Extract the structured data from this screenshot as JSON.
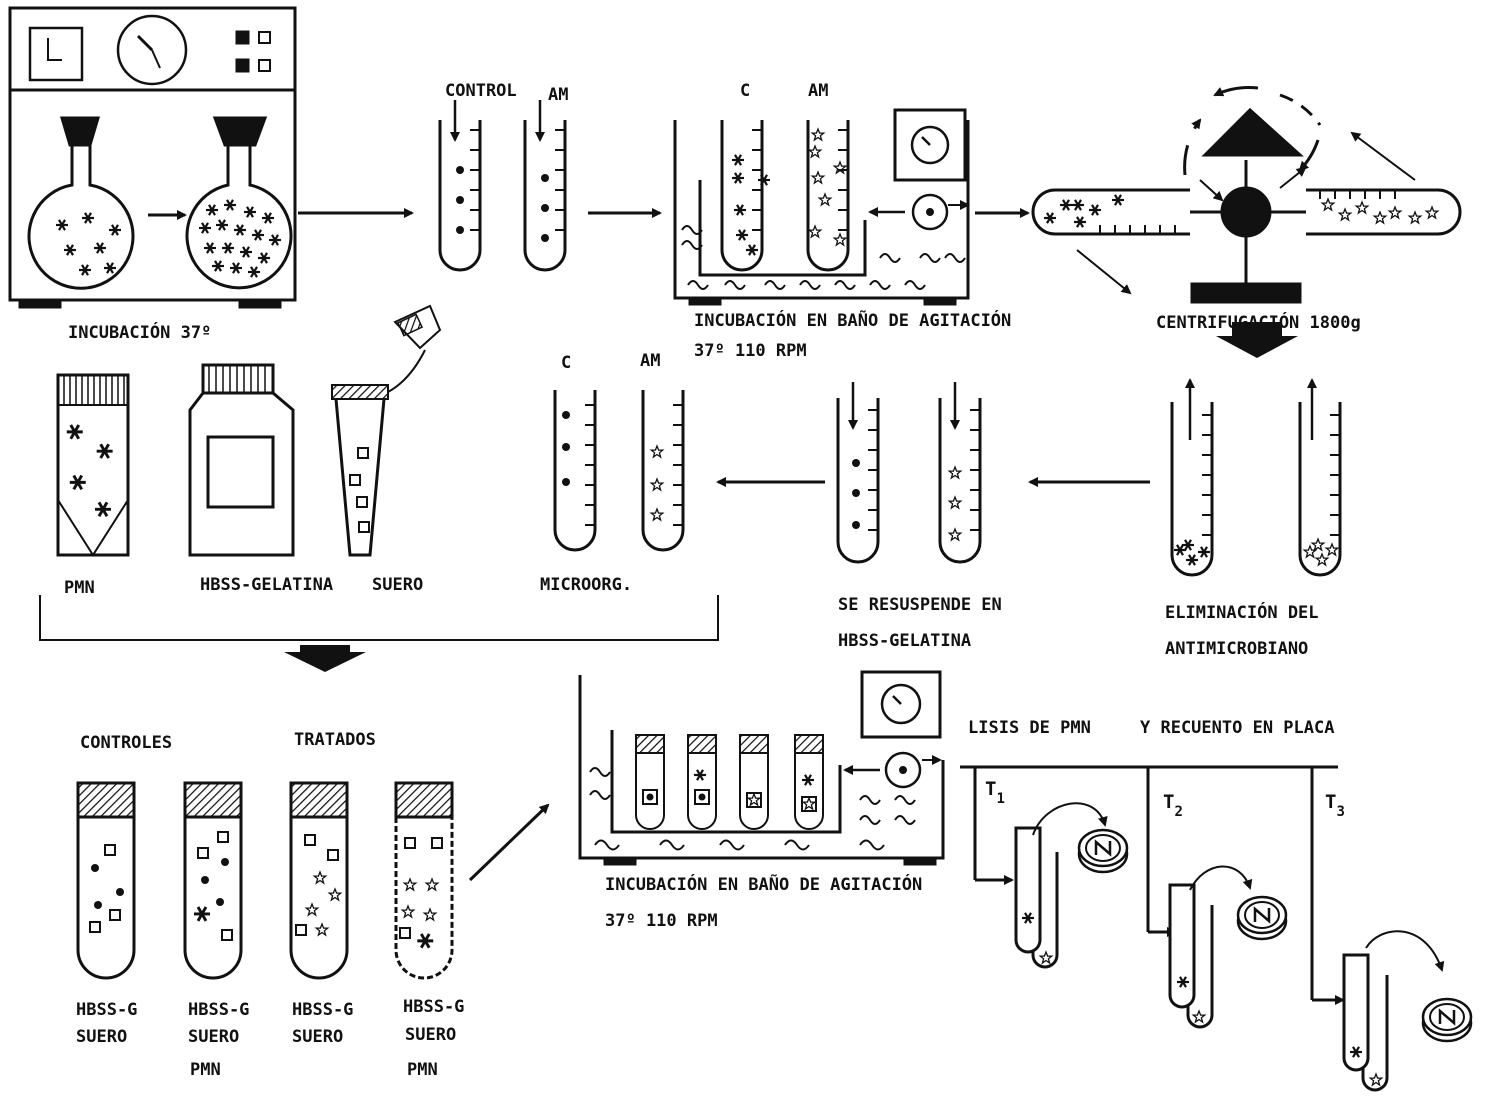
{
  "top": {
    "incubacion": "INCUBACIÓN  37º",
    "control": "CONTROL",
    "am": "AM",
    "c": "C",
    "am2": "AM",
    "bath1_line1": "INCUBACIÓN EN BAÑO DE AGITACIÓN",
    "bath1_line2": "37º 110 RPM",
    "centrifuga": "CENTRIFUGACIÓN 1800g"
  },
  "middle": {
    "pmn": "PMN",
    "hbss_gelatina": "HBSS-GELATINA",
    "suero": "SUERO",
    "c": "C",
    "am": "AM",
    "microorg": "MICROORG.",
    "resuspende_1": "SE RESUSPENDE EN",
    "resuspende_2": "HBSS-GELATINA",
    "eliminacion_1": "ELIMINACIÓN DEL",
    "eliminacion_2": "ANTIMICROBIANO"
  },
  "bottom": {
    "controles": "CONTROLES",
    "tratados": "TRATADOS",
    "tube_labels": [
      [
        "HBSS-G",
        "SUERO"
      ],
      [
        "HBSS-G",
        "SUERO",
        "PMN"
      ],
      [
        "HBSS-G",
        "SUERO"
      ],
      [
        "HBSS-G",
        "SUERO",
        "PMN"
      ]
    ],
    "bath2_line1": "INCUBACIÓN EN BAÑO DE AGITACIÓN",
    "bath2_line2": "37º 110 RPM",
    "lisis": "LISIS DE PMN",
    "recuento": "Y RECUENTO EN PLACA",
    "t1": "T",
    "t1_sub": "1",
    "t2": "T",
    "t2_sub": "2",
    "t3": "T",
    "t3_sub": "3"
  }
}
